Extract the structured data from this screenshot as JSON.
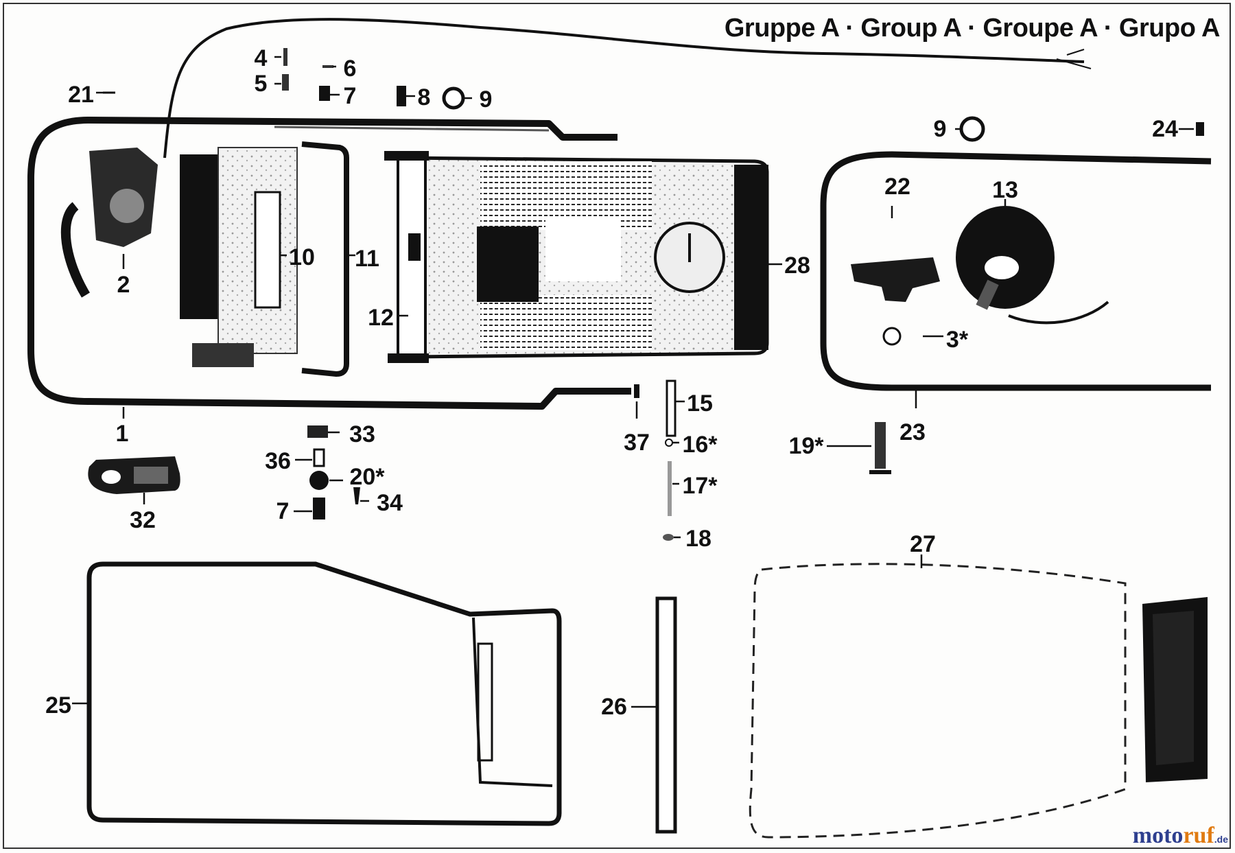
{
  "header": {
    "title": "Gruppe A · Group A · Groupe A · Grupo A"
  },
  "callouts": [
    {
      "id": "c1",
      "label": "1"
    },
    {
      "id": "c2",
      "label": "2"
    },
    {
      "id": "c3",
      "label": "3*"
    },
    {
      "id": "c4",
      "label": "4"
    },
    {
      "id": "c5",
      "label": "5"
    },
    {
      "id": "c6",
      "label": "6"
    },
    {
      "id": "c7a",
      "label": "7"
    },
    {
      "id": "c7b",
      "label": "7"
    },
    {
      "id": "c8",
      "label": "8"
    },
    {
      "id": "c9a",
      "label": "9"
    },
    {
      "id": "c9b",
      "label": "9"
    },
    {
      "id": "c10",
      "label": "10"
    },
    {
      "id": "c11",
      "label": "11"
    },
    {
      "id": "c12",
      "label": "12"
    },
    {
      "id": "c13",
      "label": "13"
    },
    {
      "id": "c15",
      "label": "15"
    },
    {
      "id": "c16",
      "label": "16*"
    },
    {
      "id": "c17",
      "label": "17*"
    },
    {
      "id": "c18",
      "label": "18"
    },
    {
      "id": "c19",
      "label": "19*"
    },
    {
      "id": "c20",
      "label": "20*"
    },
    {
      "id": "c21",
      "label": "21"
    },
    {
      "id": "c22",
      "label": "22"
    },
    {
      "id": "c23",
      "label": "23"
    },
    {
      "id": "c24",
      "label": "24"
    },
    {
      "id": "c25",
      "label": "25"
    },
    {
      "id": "c26",
      "label": "26"
    },
    {
      "id": "c27",
      "label": "27"
    },
    {
      "id": "c28",
      "label": "28"
    },
    {
      "id": "c32",
      "label": "32"
    },
    {
      "id": "c33",
      "label": "33"
    },
    {
      "id": "c34",
      "label": "34"
    },
    {
      "id": "c36",
      "label": "36"
    },
    {
      "id": "c37",
      "label": "37"
    }
  ],
  "watermark": {
    "part1": "moto",
    "part2": "ruf",
    "part3": ".de"
  }
}
